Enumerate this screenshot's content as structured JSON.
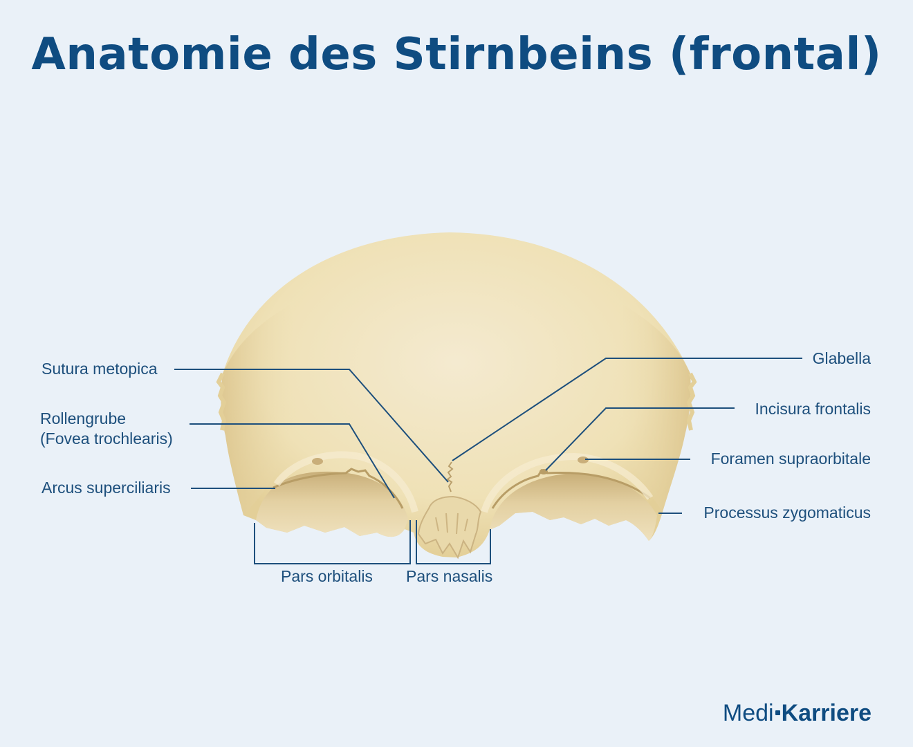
{
  "title": "Anatomie des Stirnbeins (frontal)",
  "labels": {
    "sutura_metopica": "Sutura metopica",
    "rollengrube_line1": "Rollengrube",
    "rollengrube_line2": "(Fovea trochlearis)",
    "arcus_superciliaris": "Arcus superciliaris",
    "glabella": "Glabella",
    "incisura_frontalis": "Incisura frontalis",
    "foramen_supraorbitale": "Foramen supraorbitale",
    "processus_zygomaticus": "Processus zygomaticus",
    "pars_orbitalis": "Pars orbitalis",
    "pars_nasalis": "Pars nasalis"
  },
  "logo": {
    "part1": "Medi",
    "part2": "Karriere"
  },
  "colors": {
    "background": "#eaf1f8",
    "title": "#0f4c81",
    "label": "#1d4f7c",
    "bone": "#f2e6c2",
    "bone_shadow": "#dcc99a",
    "bone_dark": "#bfa571"
  }
}
